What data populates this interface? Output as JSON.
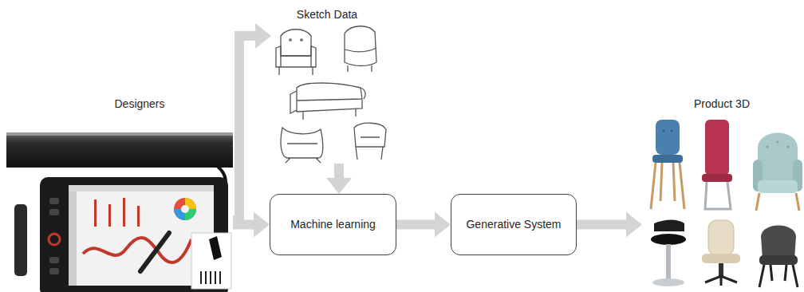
{
  "diagram": {
    "nodes": [
      {
        "text": [
          "Designers"
        ]
      },
      {
        "text": [
          "Sketch Data"
        ]
      },
      {
        "text": [
          "Machine learning"
        ]
      },
      {
        "text": [
          "Generative System"
        ]
      },
      {
        "text": [
          "Product 3D"
        ]
      }
    ],
    "edges": [
      {
        "from": 0,
        "to": 1,
        "arrow": "to"
      },
      {
        "from": 0,
        "to": 2,
        "arrow": "to"
      },
      {
        "from": 1,
        "to": 2,
        "arrow": "to"
      },
      {
        "from": 2,
        "to": 3,
        "arrow": "to"
      },
      {
        "from": 3,
        "to": 4,
        "arrow": "to"
      }
    ]
  }
}
